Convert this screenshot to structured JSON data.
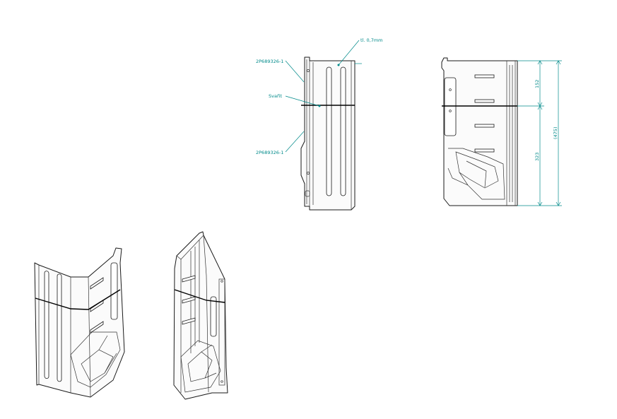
{
  "colors": {
    "annotation": "#008a8a",
    "outline": "#1a1a1a",
    "background": "#ffffff"
  },
  "annotations": {
    "part_top": "2P689326-1",
    "weld": "Svařit",
    "part_bottom": "2P689326-1",
    "thickness": "tl. 0,7mm"
  },
  "dimensions": {
    "upper_height": "152",
    "lower_height": "323",
    "total_height": "(475)"
  }
}
